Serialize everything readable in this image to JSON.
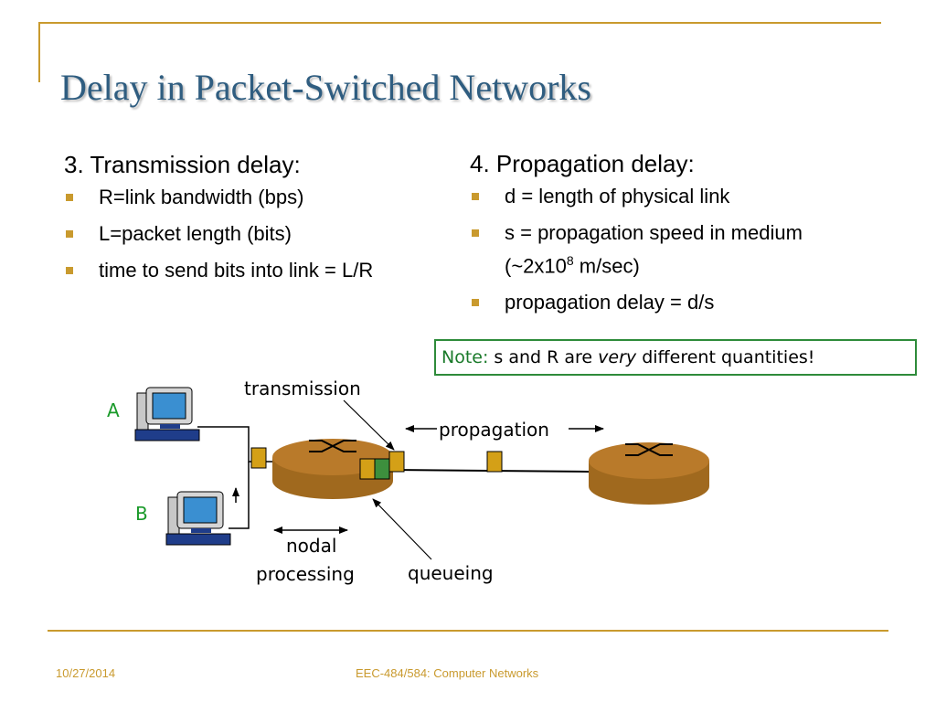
{
  "slide": {
    "title": "Delay in Packet-Switched Networks",
    "left": {
      "heading": "3. Transmission delay:",
      "bullets": [
        "R=link bandwidth (bps)",
        "L=packet length (bits)",
        "time to send bits into link = L/R"
      ]
    },
    "right": {
      "heading": "4. Propagation delay:",
      "bullets": [
        "d = length of physical link",
        "s = propagation speed in medium (~2x10",
        "propagation delay = d/s"
      ],
      "exponent": "8",
      "speed_suffix": " m/sec)"
    },
    "note": {
      "label": "Note:",
      "text_before": " s and R are ",
      "emphasis": "very",
      "text_after": " different quantities!"
    }
  },
  "diagram": {
    "host_a": "A",
    "host_b": "B",
    "labels": {
      "transmission": "transmission",
      "propagation": "propagation",
      "nodal": "nodal",
      "processing": "processing",
      "queueing": "queueing"
    }
  },
  "footer": {
    "date": "10/27/2014",
    "course": "EEC-484/584: Computer Networks"
  },
  "colors": {
    "accent": "#c99a2e",
    "title": "#2f5d80",
    "router": "#a0691e",
    "packet": "#d4a017",
    "queued_packet": "#3d8f3d",
    "note_border": "#2e8b3a"
  }
}
